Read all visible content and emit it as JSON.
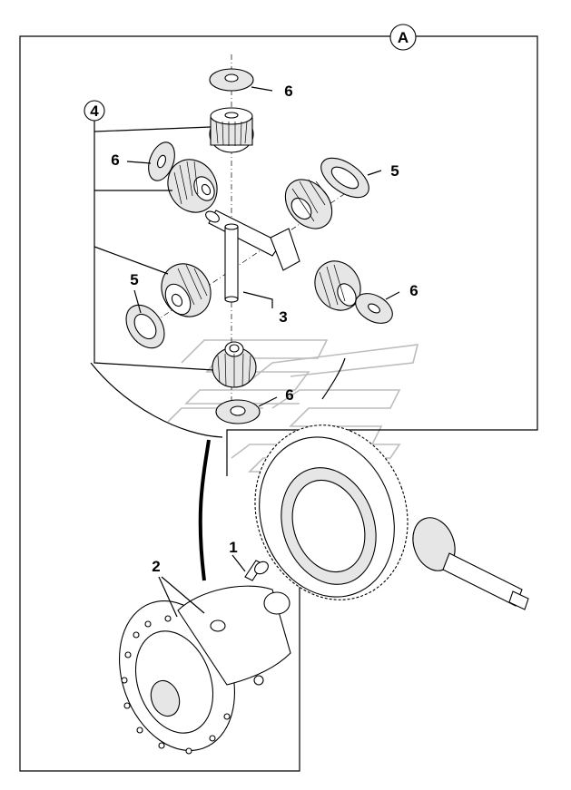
{
  "detail_marker": "A",
  "callouts": {
    "c1": "1",
    "c2": "2",
    "c3": "3",
    "c4": "4",
    "c5a": "5",
    "c5b": "5",
    "c6a": "6",
    "c6b": "6",
    "c6c": "6",
    "c6d": "6"
  },
  "colors": {
    "line": "#000000",
    "watermark": "#bdbdbd",
    "background": "#ffffff"
  }
}
